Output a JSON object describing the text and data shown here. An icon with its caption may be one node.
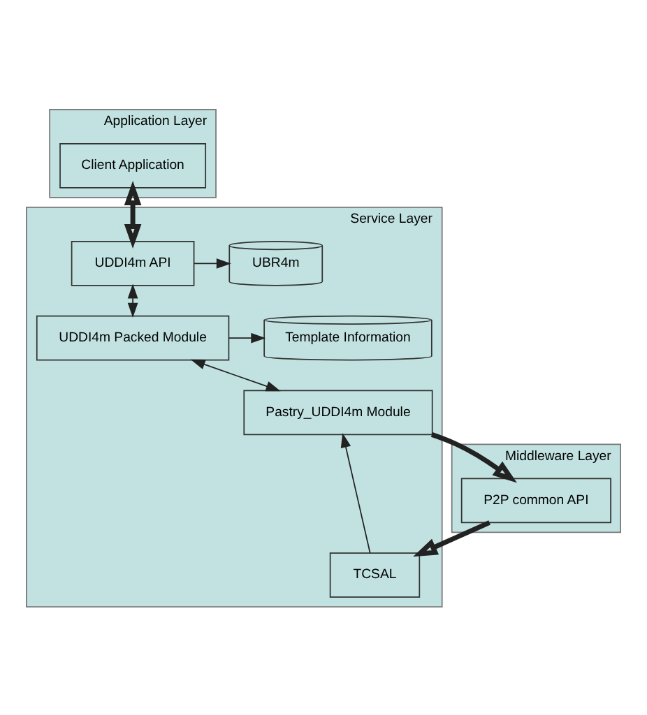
{
  "diagram": {
    "nodes": [
      {
        "text": [
          "Application Layer"
        ]
      },
      {
        "text": [
          "Client Application"
        ],
        "in": 0
      },
      {
        "text": [
          "Service Layer"
        ]
      },
      {
        "text": [
          "UDDI4m API"
        ],
        "in": 2
      },
      {
        "text": [
          "UBR4m"
        ],
        "in": 2
      },
      {
        "text": [
          "UDDI4m Packed Module"
        ],
        "in": 2
      },
      {
        "text": [
          "Template Information"
        ],
        "in": 2
      },
      {
        "text": [
          "Pastry_UDDI4m Module"
        ],
        "in": 2
      },
      {
        "text": [
          "TCSAL"
        ],
        "in": 2
      },
      {
        "text": [
          "Middleware Layer"
        ]
      },
      {
        "text": [
          "P2P common API"
        ],
        "in": 9
      }
    ],
    "edges": [
      {
        "from": 1,
        "to": 3,
        "arrow": "both",
        "style": "thick"
      },
      {
        "from": 3,
        "to": 4,
        "arrow": "to"
      },
      {
        "from": 3,
        "to": 5,
        "arrow": "both"
      },
      {
        "from": 5,
        "to": 6,
        "arrow": "to"
      },
      {
        "from": 5,
        "to": 7,
        "arrow": "both"
      },
      {
        "from": 7,
        "to": 10,
        "arrow": "to",
        "style": "thick"
      },
      {
        "from": 8,
        "to": 7,
        "arrow": "to"
      },
      {
        "from": 10,
        "to": 8,
        "arrow": "to",
        "style": "thick"
      }
    ]
  }
}
